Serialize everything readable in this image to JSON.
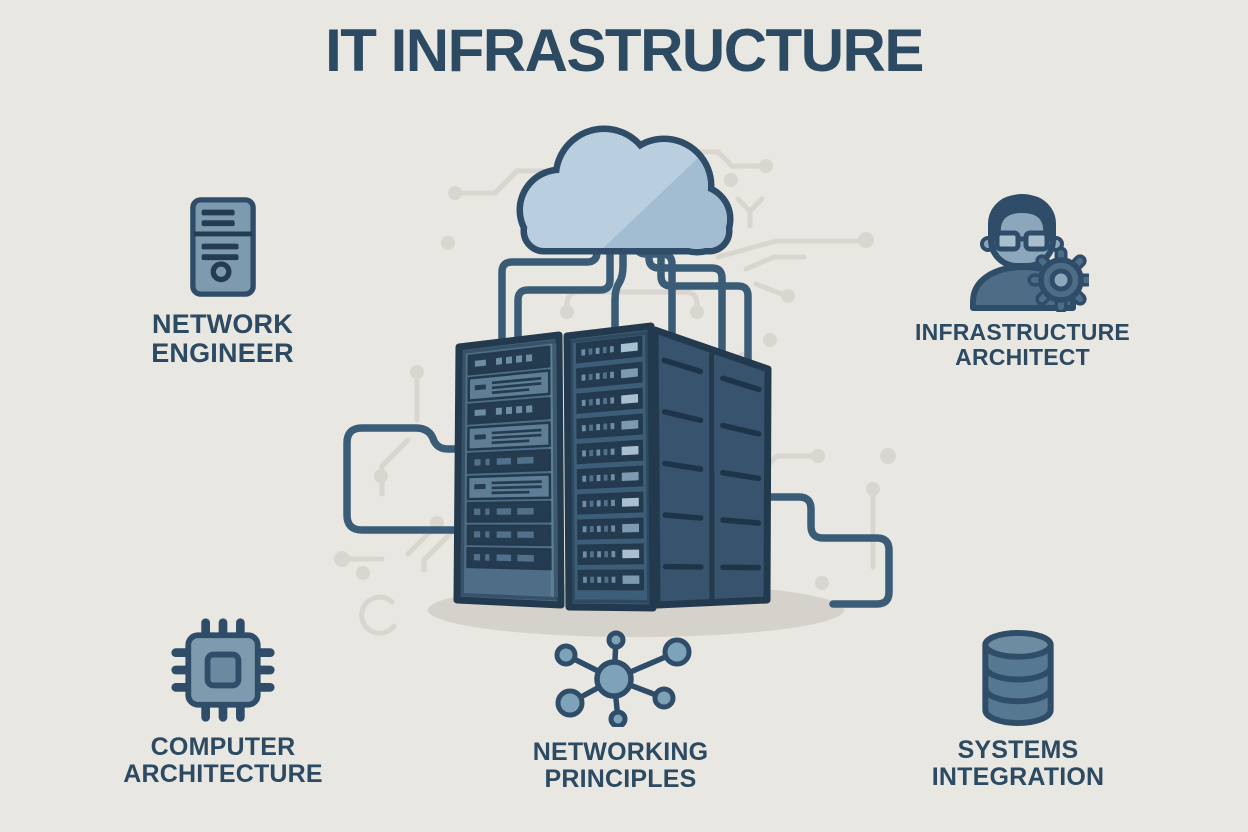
{
  "title": "IT INFRASTRUCTURE",
  "theme": {
    "background": "#e9e7e2",
    "ink": "#2c4a61",
    "outline": "#2f4d68",
    "rack_outline": "#233a4e",
    "icon_light": "#7e9aae",
    "icon_mid": "#4c6d85",
    "skin": "#8ca7bb",
    "cloud_fill": "#b9cfdf",
    "cloud_shade": "#a2bdd2",
    "pipe": "#3b5c77",
    "face_left": "#4e6e87",
    "panel": "#5d7e95",
    "slot": "#253c50",
    "face_right": "#3d5e78",
    "slot_right": "#243a4f",
    "button": "#a9c0d0",
    "side": "#37536d",
    "vent": "#1e3448",
    "trace": "#d9d6d0",
    "shadow": "#d5d2cb"
  },
  "illustration": {
    "cloud_icon": "cloud-icon",
    "server_rack_icon": "server-rack-icon"
  },
  "nodes": [
    {
      "id": "network-engineer",
      "icon": "computer-tower-icon",
      "label_lines": [
        "NETWORK",
        "ENGINEER"
      ]
    },
    {
      "id": "infrastructure-architect",
      "icon": "architect-person-gear-icon",
      "label_lines": [
        "INFRASTRUCTURE",
        "ARCHITECT"
      ]
    },
    {
      "id": "computer-architecture",
      "icon": "cpu-chip-icon",
      "label_lines": [
        "COMPUTER",
        "ARCHITECTURE"
      ]
    },
    {
      "id": "networking-principles",
      "icon": "network-hub-icon",
      "label_lines": [
        "NETWORKING",
        "PRINCIPLES"
      ]
    },
    {
      "id": "systems-integration",
      "icon": "database-icon",
      "label_lines": [
        "SYSTEMS",
        "INTEGRATION"
      ]
    }
  ]
}
